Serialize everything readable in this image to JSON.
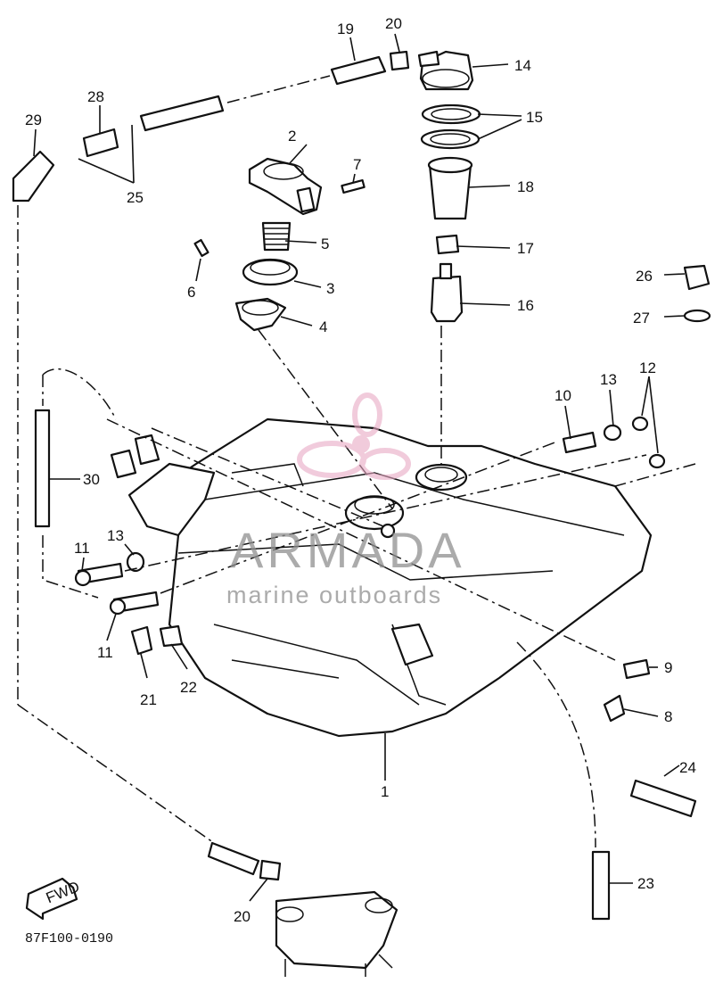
{
  "diagram": {
    "drawing_code": "87F100-0190",
    "callouts": {
      "p1": "1",
      "p2": "2",
      "p3": "3",
      "p4": "4",
      "p5": "5",
      "p6": "6",
      "p7": "7",
      "p8": "8",
      "p9": "9",
      "p10": "10",
      "p11a": "11",
      "p11b": "11",
      "p12": "12",
      "p13a": "13",
      "p13b": "13",
      "p14": "14",
      "p15": "15",
      "p16": "16",
      "p17": "17",
      "p18": "18",
      "p19": "19",
      "p20a": "20",
      "p20b": "20",
      "p21": "21",
      "p22": "22",
      "p23": "23",
      "p24": "24",
      "p25": "25",
      "p26": "26",
      "p27": "27",
      "p28": "28",
      "p29": "29",
      "p30": "30"
    },
    "fwd_label": "FWD"
  },
  "watermark": {
    "brand": "ARMADA",
    "tagline": "marine outboards",
    "color": "#8f8f8f",
    "logo_color": "#e8a9c4"
  }
}
